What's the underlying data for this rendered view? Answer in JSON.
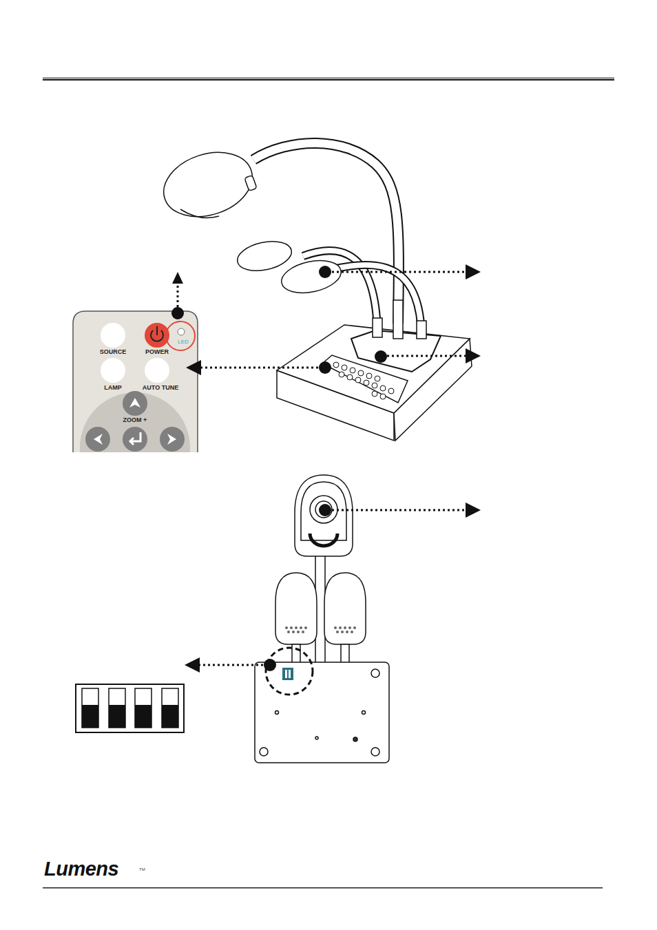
{
  "diagram": {
    "labels": [
      "SOURCE",
      "POWER",
      "LED",
      "LAMP",
      "AUTO TUNE",
      "ZOOM +",
      "Lumens",
      "TM"
    ]
  }
}
